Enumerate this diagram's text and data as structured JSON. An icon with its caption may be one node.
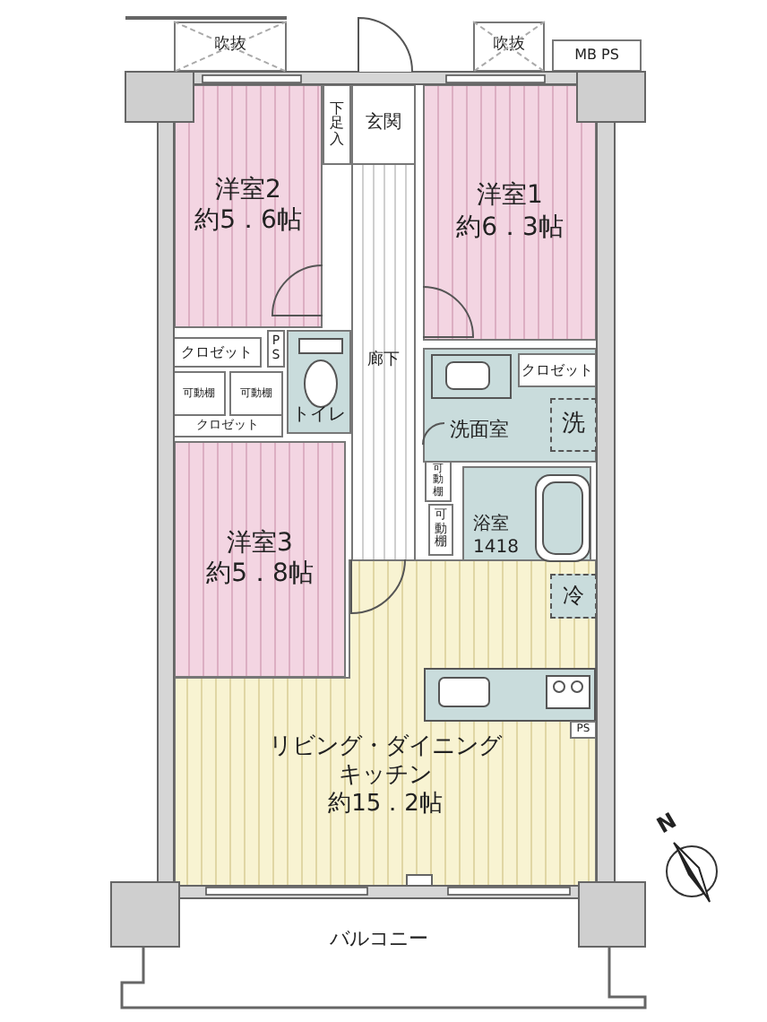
{
  "diagram": {
    "nodes": [
      {
        "text": [
          "吹抜"
        ]
      },
      {
        "text": [
          "吹抜"
        ]
      },
      {
        "text": [
          "MB PS"
        ]
      },
      {
        "text": [
          "下足入"
        ]
      },
      {
        "text": [
          "玄関"
        ]
      },
      {
        "text": [
          "洋室2",
          "約5．6帖"
        ]
      },
      {
        "text": [
          "洋室1",
          "約6．3帖"
        ]
      },
      {
        "text": [
          "廊下"
        ]
      },
      {
        "text": [
          "クロゼット"
        ]
      },
      {
        "text": [
          "PS"
        ]
      },
      {
        "text": [
          "トイレ"
        ]
      },
      {
        "text": [
          "可動棚"
        ]
      },
      {
        "text": [
          "可動棚"
        ]
      },
      {
        "text": [
          "クロゼット"
        ]
      },
      {
        "text": [
          "洗面室"
        ]
      },
      {
        "text": [
          "クロゼット"
        ],
        "in": 14
      },
      {
        "text": [
          "洗"
        ],
        "in": 14
      },
      {
        "text": [
          "可動棚"
        ]
      },
      {
        "text": [
          "可動棚"
        ]
      },
      {
        "text": [
          "浴室",
          "1418"
        ]
      },
      {
        "text": [
          "洋室3",
          "約5．8帖"
        ]
      },
      {
        "text": [
          "リビング・ダイニングキッチン",
          "約15．2帖"
        ]
      },
      {
        "text": [
          "冷"
        ],
        "in": 21
      },
      {
        "text": [
          "PS"
        ],
        "in": 21
      },
      {
        "text": [
          "バルコニー"
        ]
      }
    ],
    "labels": [
      "N"
    ]
  }
}
